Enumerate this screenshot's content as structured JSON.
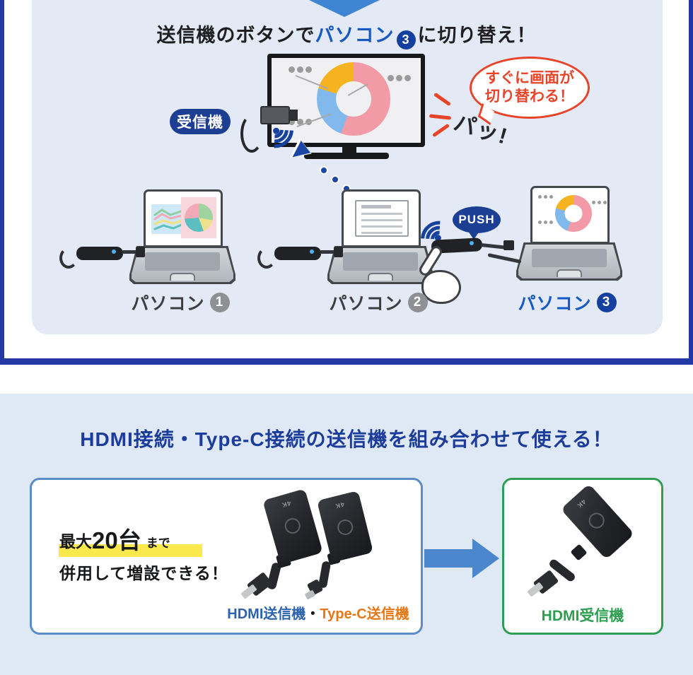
{
  "top_panel": {
    "title": {
      "pre": "送信機のボタンで",
      "highlight": "パソコン",
      "badge": "3",
      "post": "に切り替え！"
    },
    "receiver_badge": "受信機",
    "speech_bubble": {
      "line1": "すぐに画面が",
      "line2": "切り替わる！"
    },
    "snap_text": "パッ!",
    "push_label": "PUSH",
    "laptops": [
      {
        "label": "パソコン",
        "number": "1"
      },
      {
        "label": "パソコン",
        "number": "2"
      },
      {
        "label": "パソコン",
        "number": "3"
      }
    ]
  },
  "bottom_section": {
    "heading": "HDMI接続・Type-C接続の送信機を組み合わせて使える！",
    "left_box": {
      "max_prefix": "最大",
      "max_value": "20台",
      "max_suffix": "まで",
      "line2": "併用して増設できる！",
      "device_label_hdmi": "HDMI送信機",
      "device_label_sep": "・",
      "device_label_typec": "Type-C送信機"
    },
    "right_box": {
      "device_label": "HDMI受信機"
    },
    "device_marking": "4K"
  },
  "colors": {
    "frame_blue": "#2438a5",
    "panel_blue": "#e3eaf6",
    "accent_navy": "#1c3f94",
    "link_blue": "#1659c4",
    "bubble_red": "#e8442a",
    "arrow_blue": "#4c87cd",
    "box_border_blue": "#5a8cc8",
    "box_border_green": "#2f9e53",
    "typec_orange": "#e67817",
    "highlight_yellow": "#f9e94d"
  }
}
